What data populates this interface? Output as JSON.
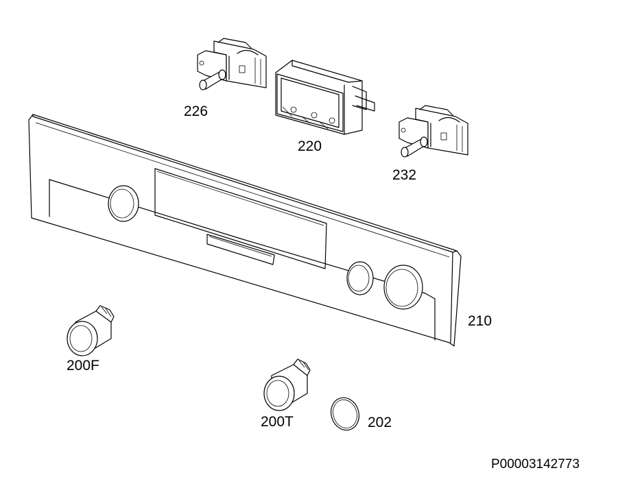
{
  "parts": {
    "switch_226": "226",
    "timer_220": "220",
    "switch_232": "232",
    "control_panel_210": "210",
    "knob_200f": "200F",
    "knob_200t": "200T",
    "ring_202": "202"
  },
  "drawing_code": "P00003142773"
}
